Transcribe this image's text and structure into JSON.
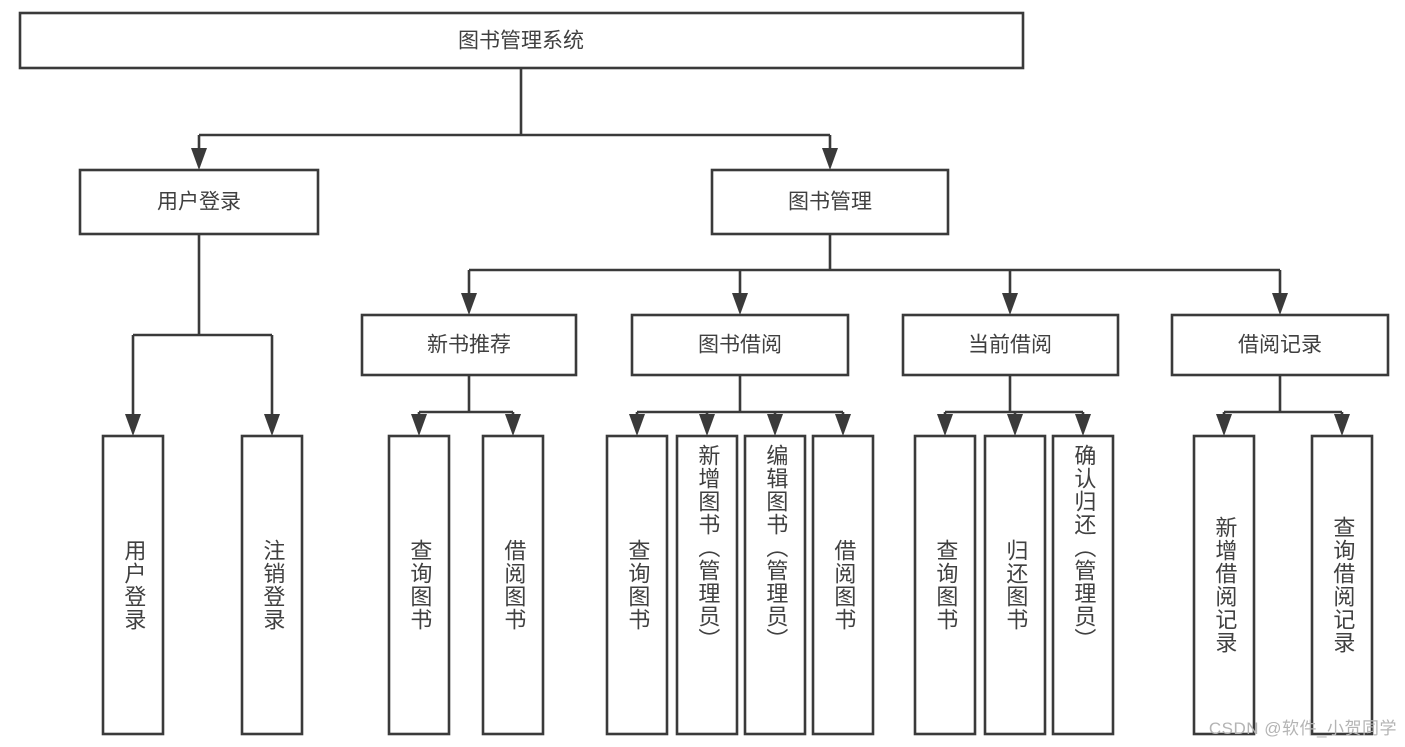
{
  "diagram": {
    "title": "图书管理系统",
    "type": "tree-hierarchy",
    "root": {
      "id": "root",
      "label": "图书管理系统"
    },
    "level1": [
      {
        "id": "user-login",
        "label": "用户登录"
      },
      {
        "id": "book-manage",
        "label": "图书管理"
      }
    ],
    "level2": [
      {
        "id": "new-book-recommend",
        "label": "新书推荐",
        "parent": "book-manage"
      },
      {
        "id": "book-borrow",
        "label": "图书借阅",
        "parent": "book-manage"
      },
      {
        "id": "current-borrow",
        "label": "当前借阅",
        "parent": "book-manage"
      },
      {
        "id": "borrow-record",
        "label": "借阅记录",
        "parent": "book-manage"
      }
    ],
    "leaves": [
      {
        "id": "leaf-user-login",
        "label": "用户登录",
        "parent": "user-login"
      },
      {
        "id": "leaf-logout-login",
        "label": "注销登录",
        "parent": "user-login"
      },
      {
        "id": "leaf-query-book-1",
        "label": "查询图书",
        "parent": "new-book-recommend"
      },
      {
        "id": "leaf-borrow-book-1",
        "label": "借阅图书",
        "parent": "new-book-recommend"
      },
      {
        "id": "leaf-query-book-2",
        "label": "查询图书",
        "parent": "book-borrow"
      },
      {
        "id": "leaf-add-book",
        "label": "新增图书（管理员）",
        "parent": "book-borrow"
      },
      {
        "id": "leaf-edit-book",
        "label": "编辑图书（管理员）",
        "parent": "book-borrow"
      },
      {
        "id": "leaf-borrow-book-2",
        "label": "借阅图书",
        "parent": "book-borrow"
      },
      {
        "id": "leaf-query-book-3",
        "label": "查询图书",
        "parent": "current-borrow"
      },
      {
        "id": "leaf-return-book",
        "label": "归还图书",
        "parent": "current-borrow"
      },
      {
        "id": "leaf-confirm-return",
        "label": "确认归还（管理员）",
        "parent": "current-borrow"
      },
      {
        "id": "leaf-add-record",
        "label": "新增借阅记录",
        "parent": "borrow-record"
      },
      {
        "id": "leaf-query-record",
        "label": "查询借阅记录",
        "parent": "borrow-record"
      }
    ],
    "colors": {
      "stroke": "#3a3a3a",
      "fill": "#ffffff",
      "text": "#404040",
      "watermark": "#b4b4b4"
    }
  },
  "watermark": {
    "text": "CSDN @软件_小贺同学"
  }
}
